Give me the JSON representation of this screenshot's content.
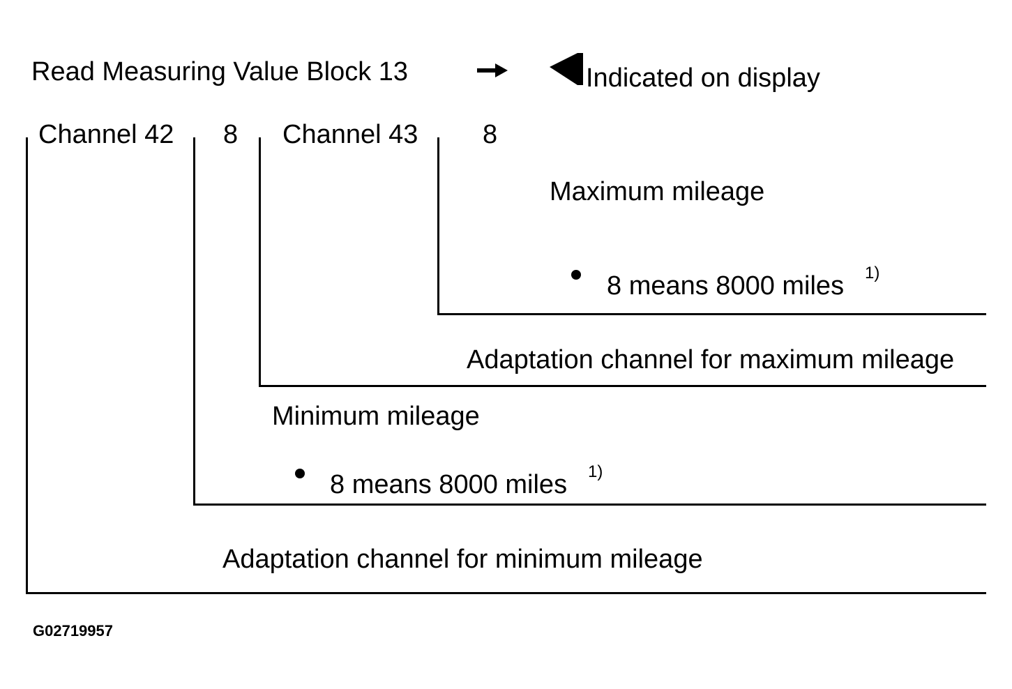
{
  "header": {
    "title": "Read Measuring Value Block 13",
    "arrow_icon": "right-arrow-icon",
    "indicator_icon": "left-triangle-pointer-icon",
    "indicator_label": "Indicated on display"
  },
  "channels": {
    "channel_42_label": "Channel 42",
    "channel_42_value": "8",
    "channel_43_label": "Channel 43",
    "channel_43_value": "8"
  },
  "annotations": {
    "maximum_mileage": "Maximum mileage",
    "maximum_note": "8 means 8000 miles",
    "maximum_note_ref": "1)",
    "adaptation_max": "Adaptation channel for maximum mileage",
    "minimum_mileage": "Minimum mileage",
    "minimum_note": "8 means 8000 miles",
    "minimum_note_ref": "1)",
    "adaptation_min": "Adaptation channel for minimum mileage"
  },
  "figure_id": "G02719957",
  "colors": {
    "foreground": "#000000",
    "background": "#ffffff"
  }
}
